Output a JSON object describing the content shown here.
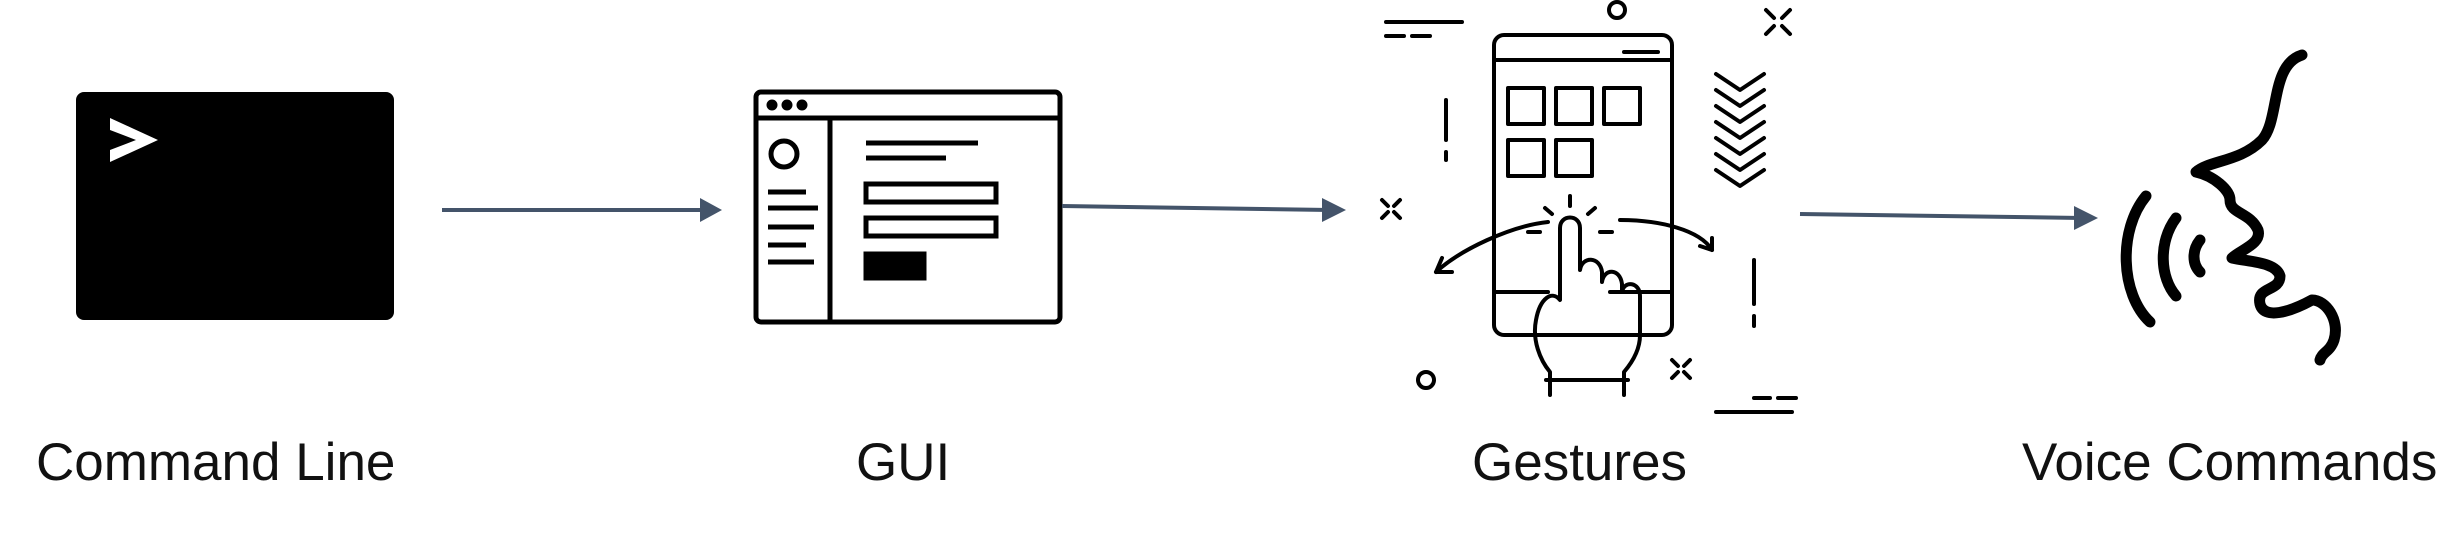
{
  "colors": {
    "arrow": "#44546a",
    "icon": "#000000",
    "background": "#ffffff"
  },
  "stages": [
    {
      "label": "Command Line",
      "icon": "terminal-prompt-icon"
    },
    {
      "label": "GUI",
      "icon": "browser-window-icon"
    },
    {
      "label": "Gestures",
      "icon": "phone-touch-gesture-icon"
    },
    {
      "label": "Voice Commands",
      "icon": "speaking-head-icon"
    }
  ]
}
